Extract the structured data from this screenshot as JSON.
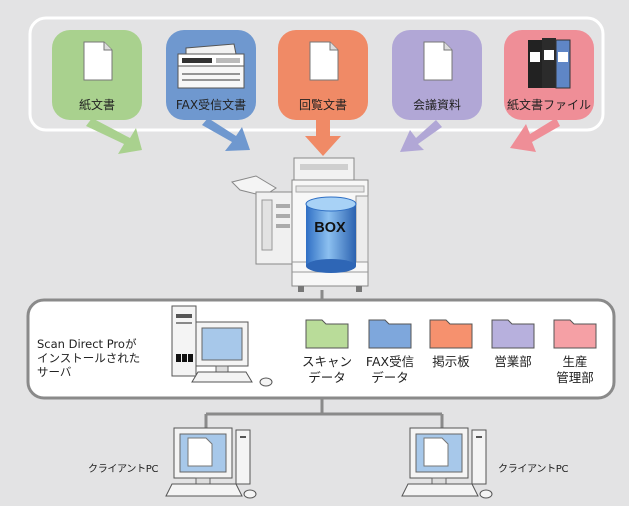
{
  "sources": [
    {
      "label": "紙文書",
      "color": "#a9d18e"
    },
    {
      "label": "FAX受信文書",
      "color": "#6f98cf"
    },
    {
      "label": "回覧文書",
      "color": "#f08a66"
    },
    {
      "label": "会議資料",
      "color": "#b1a7d6"
    },
    {
      "label": "紙文書ファイル",
      "color": "#ef8e97"
    }
  ],
  "box_label": "BOX",
  "server_label_lines": [
    "Scan Direct Proが",
    "インストールされた",
    "サーバ"
  ],
  "folders": [
    {
      "lines": [
        "スキャン",
        "データ"
      ],
      "color": "#b9dc99"
    },
    {
      "lines": [
        "FAX受信",
        "データ"
      ],
      "color": "#7ea7dc"
    },
    {
      "lines": [
        "掲示板"
      ],
      "color": "#f6916e"
    },
    {
      "lines": [
        "営業部"
      ],
      "color": "#b7b0dd"
    },
    {
      "lines": [
        "生産",
        "管理部"
      ],
      "color": "#f5a0a5"
    }
  ],
  "clients": [
    {
      "label": "クライアントPC"
    },
    {
      "label": "クライアントPC"
    }
  ]
}
